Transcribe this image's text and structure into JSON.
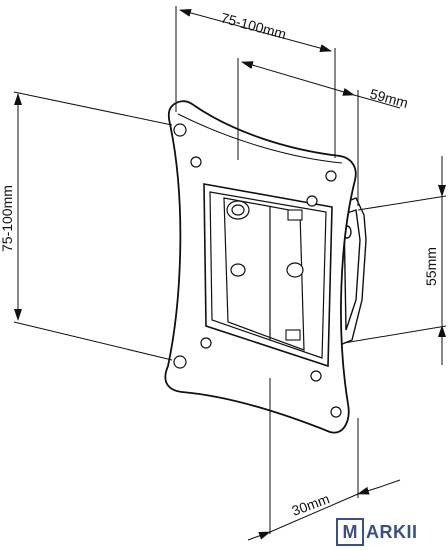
{
  "dimensions": {
    "vesa_horizontal": "75-100mm",
    "vesa_vertical": "75-100mm",
    "depth_top": "59mm",
    "height_right": "55mm",
    "depth_bottom": "30mm"
  },
  "logo": {
    "letter": "M",
    "rest": "ARKII"
  },
  "colors": {
    "line": "#111111",
    "logo": "#3b4f8a"
  }
}
